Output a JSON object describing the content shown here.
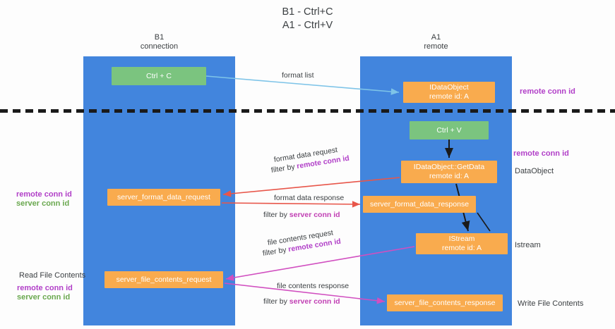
{
  "title": {
    "line1": "B1 - Ctrl+C",
    "line2": "A1 - Ctrl+V"
  },
  "columns": [
    {
      "name": "B1",
      "sub": "connection"
    },
    {
      "name": "A1",
      "sub": "remote"
    }
  ],
  "nodes": {
    "ctrl_c": {
      "label": "Ctrl + C",
      "color": "#7bc47f"
    },
    "idataobject": {
      "line1": "IDataObject",
      "line2": "remote id: A",
      "color": "#f9ab4e"
    },
    "ctrl_v": {
      "label": "Ctrl + V",
      "color": "#7bc47f"
    },
    "getdata": {
      "line1": "IDataObject::GetData",
      "line2": "remote id: A",
      "color": "#f9ab4e"
    },
    "server_format_data_request": {
      "label": "server_format_data_request",
      "color": "#f9ab4e"
    },
    "server_format_data_response": {
      "label": "server_format_data_response",
      "color": "#f9ab4e"
    },
    "istream": {
      "line1": "IStream",
      "line2": "remote id: A",
      "color": "#f9ab4e"
    },
    "server_file_contents_request": {
      "label": "server_file_contents_request",
      "color": "#f9ab4e"
    },
    "server_file_contents_response": {
      "label": "server_file_contents_response",
      "color": "#f9ab4e"
    }
  },
  "edges": {
    "format_list": "format list",
    "format_data_request": "format data request",
    "format_data_request_filter_prefix": "filter by ",
    "format_data_request_filter_key": "remote conn id",
    "format_data_response": "format data response",
    "format_data_response_filter_prefix": "filter by ",
    "format_data_response_filter_key": "server conn id",
    "file_contents_request": "file contents request",
    "file_contents_request_filter_prefix": "filter by ",
    "file_contents_request_filter_key": "remote conn id",
    "file_contents_response": "file contents response",
    "file_contents_response_filter_prefix": "filter by ",
    "file_contents_response_filter_key": "server conn id"
  },
  "annotations": {
    "right_remote_conn_id_top": "remote conn id",
    "right_remote_conn_id_mid": "remote conn id",
    "dataobject": "DataObject",
    "istream": "Istream",
    "write_file_contents": "Write File Contents",
    "read_file_contents": "Read File Contents",
    "left_remote_conn_id_1": "remote conn id",
    "left_server_conn_id_1": "server conn id",
    "left_remote_conn_id_2": "remote conn id",
    "left_server_conn_id_2": "server conn id"
  },
  "colors": {
    "lane": "#4285dd",
    "green_node": "#7bc47f",
    "orange_node": "#f9ab4e",
    "purple_text": "#b13fc8",
    "green_text": "#6aa84f",
    "magenta_text": "#c13fb4",
    "arrow_blue": "#7ec4e8",
    "arrow_red": "#e8564a",
    "arrow_magenta": "#d14fc0",
    "arrow_black": "#1a1a1a",
    "divider": "#1a1a1a"
  }
}
